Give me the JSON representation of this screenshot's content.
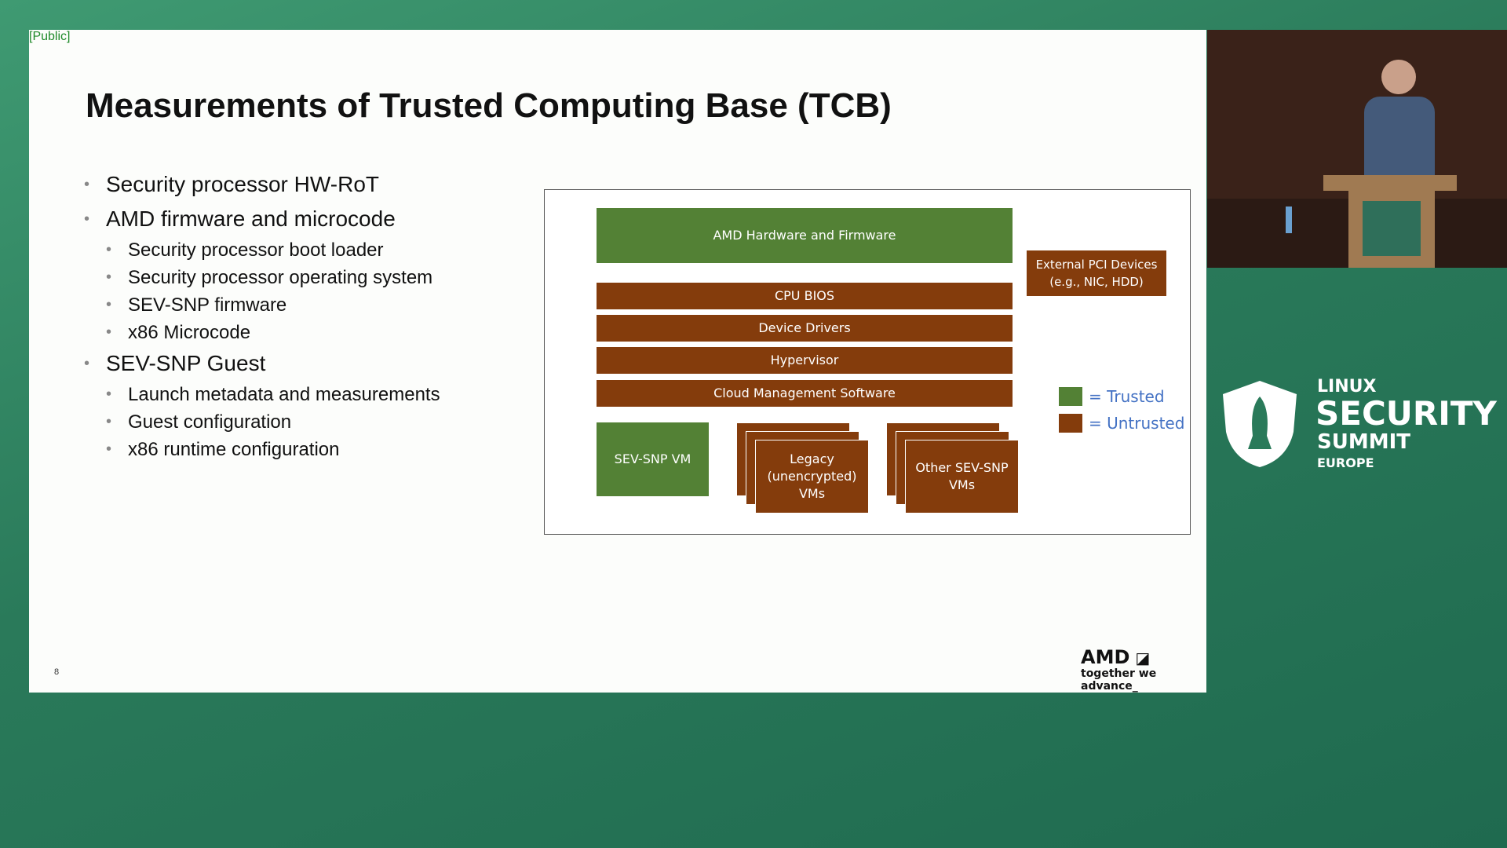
{
  "slide": {
    "classification": "[Public]",
    "title": "Measurements of Trusted Computing Base (TCB)",
    "bullets": [
      {
        "level": 1,
        "text": "Security processor HW-RoT"
      },
      {
        "level": 1,
        "text": "AMD firmware and microcode"
      },
      {
        "level": 2,
        "text": "Security processor boot loader"
      },
      {
        "level": 2,
        "text": "Security processor operating system"
      },
      {
        "level": 2,
        "text": "SEV-SNP firmware"
      },
      {
        "level": 2,
        "text": "x86 Microcode"
      },
      {
        "level": 1,
        "text": "SEV-SNP Guest"
      },
      {
        "level": 2,
        "text": "Launch metadata and measurements"
      },
      {
        "level": 2,
        "text": "Guest configuration"
      },
      {
        "level": 2,
        "text": "x86 runtime configuration"
      }
    ],
    "diagram": {
      "amd_hw_fw": "AMD Hardware and Firmware",
      "external_pci": "External PCI Devices (e.g., NIC, HDD)",
      "cpu_bios": "CPU BIOS",
      "device_drivers": "Device Drivers",
      "hypervisor": "Hypervisor",
      "cloud_mgmt": "Cloud Management Software",
      "sev_snp_vm": "SEV-SNP VM",
      "legacy_vms": "Legacy (unencrypted) VMs",
      "other_vms": "Other SEV-SNP VMs",
      "legend_trusted": "= Trusted",
      "legend_untrusted": "= Untrusted",
      "colors": {
        "trusted": "#538135",
        "untrusted": "#843c0c"
      }
    },
    "page_number": "8",
    "logo": {
      "brand": "AMD",
      "tagline": "together we advance_"
    }
  },
  "event": {
    "line1": "LINUX",
    "line2": "SECURITY",
    "line3": "SUMMIT",
    "line4": "EUROPE"
  }
}
